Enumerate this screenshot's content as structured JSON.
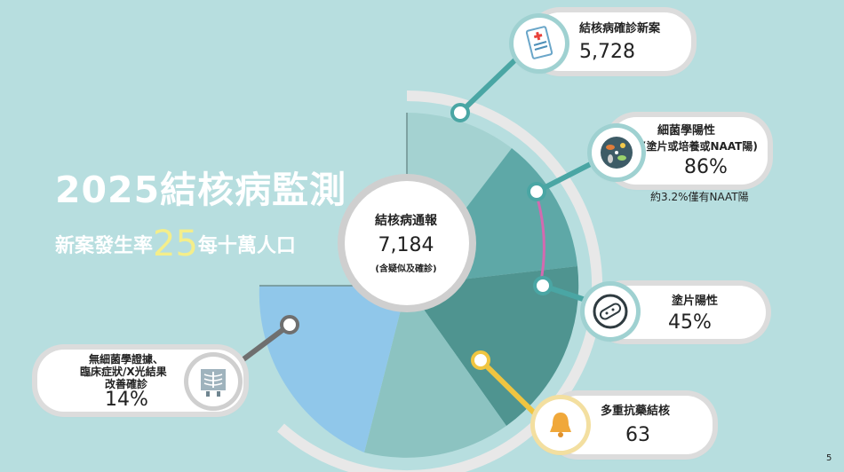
{
  "title": "2025結核病監測",
  "incidence": {
    "prefix": "新案發生率",
    "value": "25",
    "suffix": "每十萬人口"
  },
  "center": {
    "label": "結核病通報",
    "value": "7,184",
    "note": "(含疑似及確診)"
  },
  "nodes": {
    "new_cases": {
      "label": "結核病確診新案",
      "value": "5,728",
      "icon": "medical-report-icon"
    },
    "bacteriology": {
      "label_line1": "細菌學陽性",
      "label_line2": "(塗片或培養或NAAT陽)",
      "value": "86%",
      "note": "約3.2%僅有NAAT陽",
      "icon": "bacteria-icon"
    },
    "smear": {
      "label": "塗片陽性",
      "value": "45%",
      "icon": "bacillus-icon"
    },
    "mdr": {
      "label": "多重抗藥結核",
      "value": "63",
      "icon": "bell-icon"
    },
    "no_bacteriology": {
      "label_line1": "無細菌學證據、",
      "label_line2": "臨床症狀/X光結果",
      "label_line3": "改善確診",
      "value": "14%",
      "icon": "xray-icon"
    }
  },
  "colors": {
    "background": "#b7dedf",
    "teal_dark": "#4f938f",
    "teal_mid": "#5fa7a6",
    "teal_light": "#8fc4c2",
    "blue_light": "#8fc6ea",
    "connector_teal": "#4aa6a4",
    "connector_gray": "#6f6f6f",
    "connector_gold": "#f0c540"
  },
  "page_number": "5"
}
